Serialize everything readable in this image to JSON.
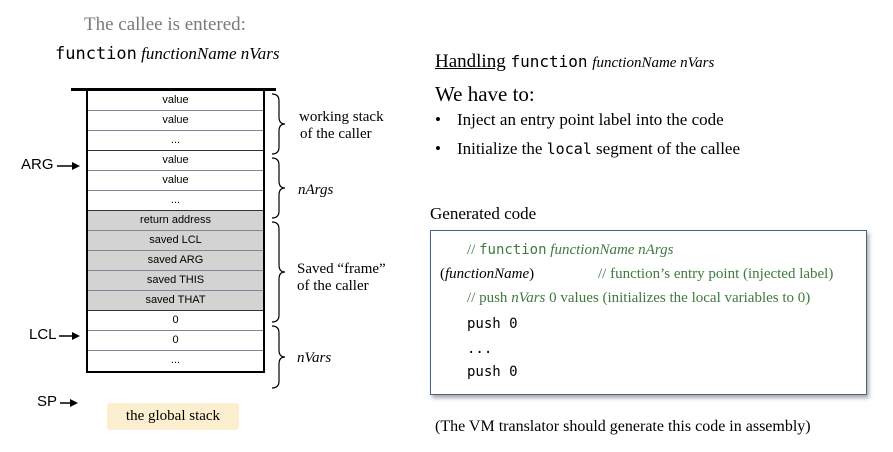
{
  "left_panel": {
    "caption": "The callee is entered:",
    "signature": {
      "keyword": "function",
      "name_args": "functionName nVars"
    },
    "stack_cells": [
      {
        "text": "value",
        "shaded": false
      },
      {
        "text": "value",
        "shaded": false
      },
      {
        "text": "...",
        "shaded": false
      },
      {
        "text": "value",
        "shaded": false
      },
      {
        "text": "value",
        "shaded": false
      },
      {
        "text": "...",
        "shaded": false
      },
      {
        "text": "return address",
        "shaded": true
      },
      {
        "text": "saved LCL",
        "shaded": true
      },
      {
        "text": "saved ARG",
        "shaded": true
      },
      {
        "text": "saved THIS",
        "shaded": true
      },
      {
        "text": "saved THAT",
        "shaded": true
      },
      {
        "text": "0",
        "shaded": false
      },
      {
        "text": "0",
        "shaded": false
      },
      {
        "text": "...",
        "shaded": false
      }
    ],
    "pointers": {
      "arg": "ARG",
      "lcl": "LCL",
      "sp": "SP"
    },
    "brace_labels": {
      "working_stack": [
        "working stack",
        "of the caller"
      ],
      "nargs": "nArgs",
      "frame": [
        "Saved “frame”",
        "of the caller"
      ],
      "nvars": "nVars"
    },
    "global_stack_label": "the global stack"
  },
  "right_panel": {
    "title": {
      "prefix": "Handling",
      "keyword": "function",
      "name_args": "functionName nVars"
    },
    "intro": "We have to:",
    "bullets": [
      {
        "parts": [
          "Inject an entry point label into the code"
        ]
      },
      {
        "parts": [
          "Initialize the ",
          "local",
          " segment of the callee"
        ]
      }
    ],
    "generated_code_title": "Generated code",
    "code": {
      "line1": {
        "prefix": "// ",
        "keyword": "function",
        "rest": " functionName nArgs"
      },
      "line2": {
        "label_open": "(",
        "label_name": "functionName",
        "label_close": ")",
        "comment": "// function’s entry point (injected label)"
      },
      "line3": {
        "a": "// push ",
        "b": "nVars",
        "c": " 0 values (initializes the local variables to 0)"
      },
      "push1": "push 0",
      "dots": "...",
      "push2": "push 0"
    },
    "note": "(The VM translator should generate this code in assembly)"
  }
}
